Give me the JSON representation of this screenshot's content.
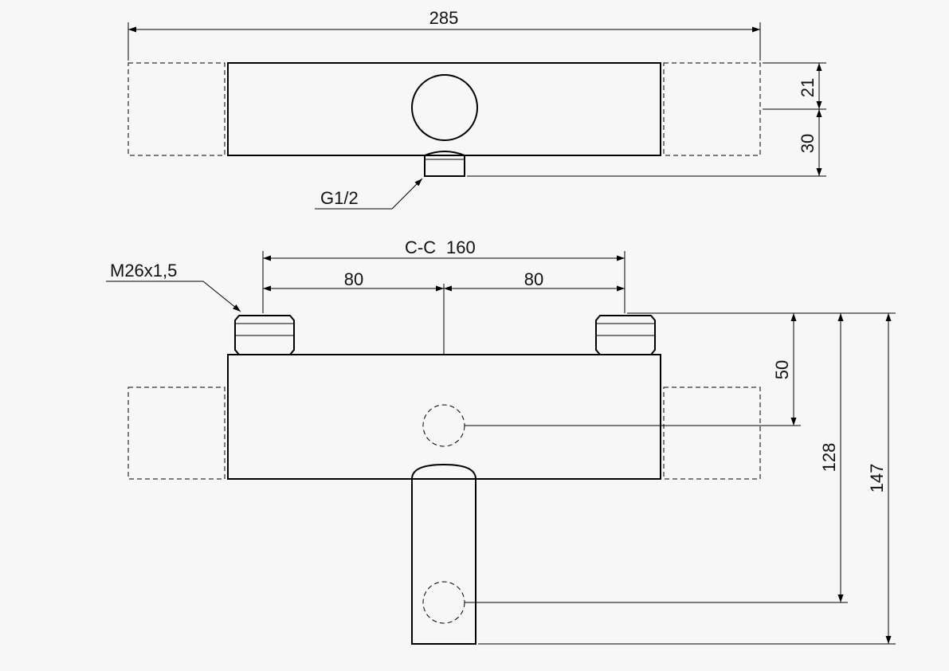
{
  "dimensions": {
    "top_width": "285",
    "top_depth_upper": "21",
    "top_depth_lower": "30",
    "thread_outlet": "G1/2",
    "cc_label": "C-C",
    "cc_value": "160",
    "half_left": "80",
    "half_right": "80",
    "inlet_thread": "M26x1,5",
    "height_50": "50",
    "height_128": "128",
    "height_147": "147"
  },
  "colors": {
    "background": "#f7f7f7",
    "line": "#000000"
  }
}
